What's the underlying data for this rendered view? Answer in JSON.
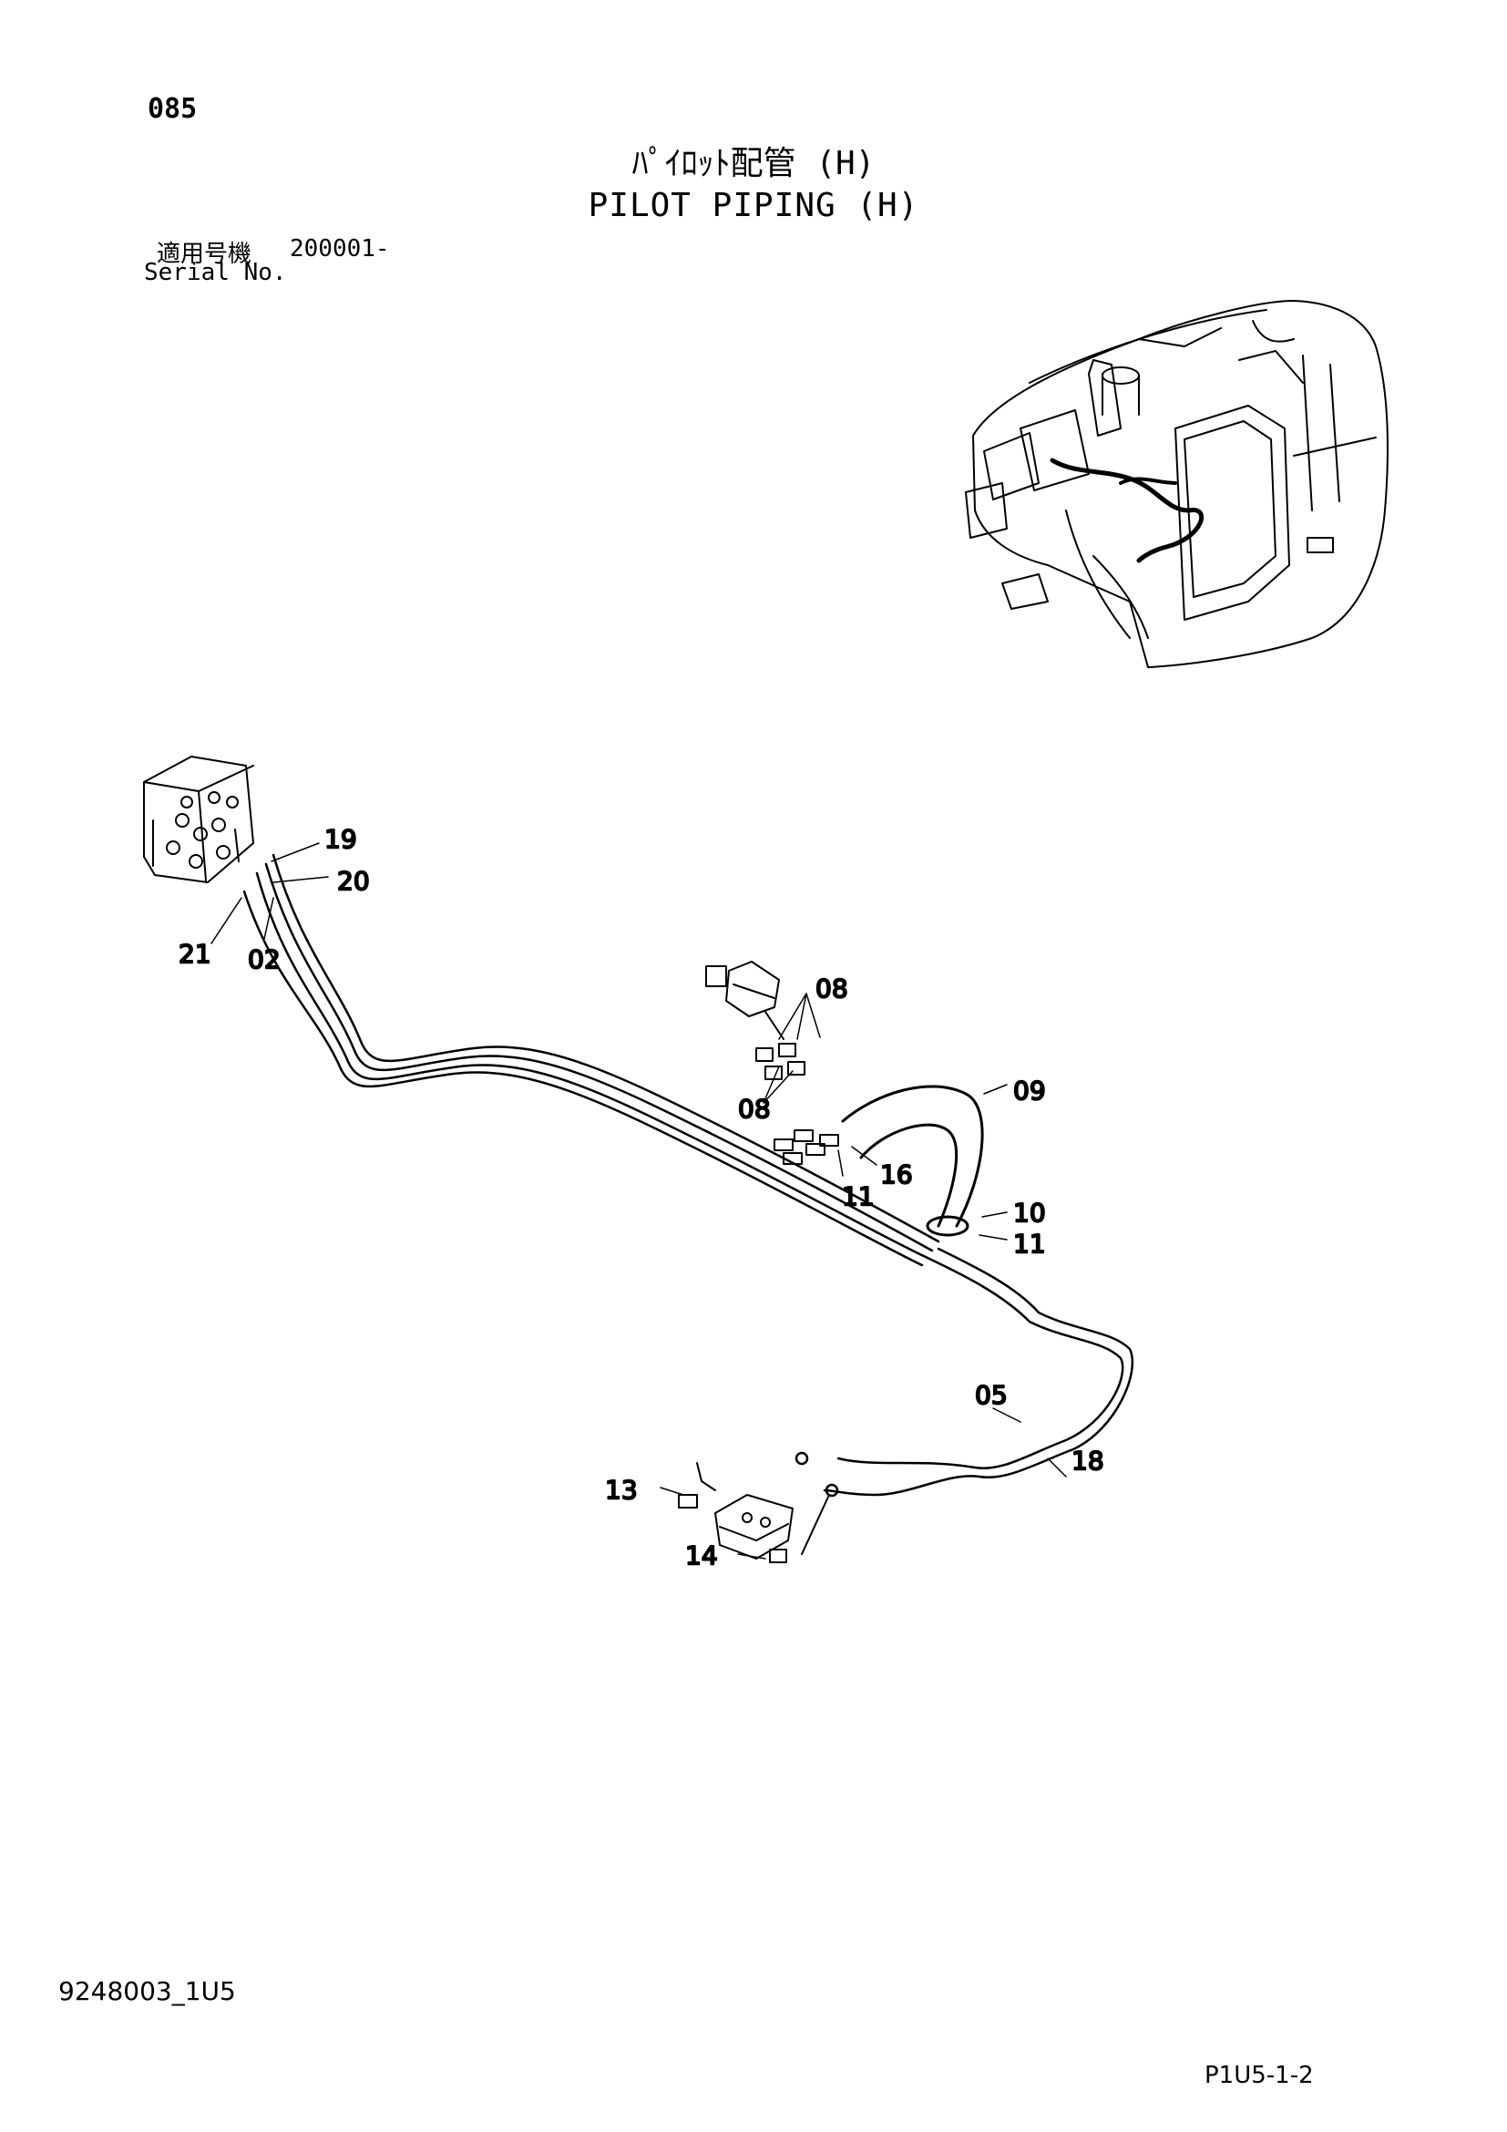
{
  "header": {
    "page_number": "085",
    "title_jp": "ﾊﾟｲﾛｯﾄ配管 (H)",
    "title_en": "PILOT PIPING (H)",
    "serial_label_jp": "適用号機",
    "serial_value": "200001-",
    "serial_label_en": "Serial No."
  },
  "callouts": {
    "c19": "19",
    "c20": "20",
    "c21": "21",
    "c02": "02",
    "c08a": "08",
    "c08b": "08",
    "c09": "09",
    "c16": "16",
    "c11a": "11",
    "c10": "10",
    "c11b": "11",
    "c05": "05",
    "c18": "18",
    "c13": "13",
    "c14": "14"
  },
  "footer": {
    "doc_code": "9248003_1U5",
    "sheet_ref": "P1U5-1-2"
  }
}
